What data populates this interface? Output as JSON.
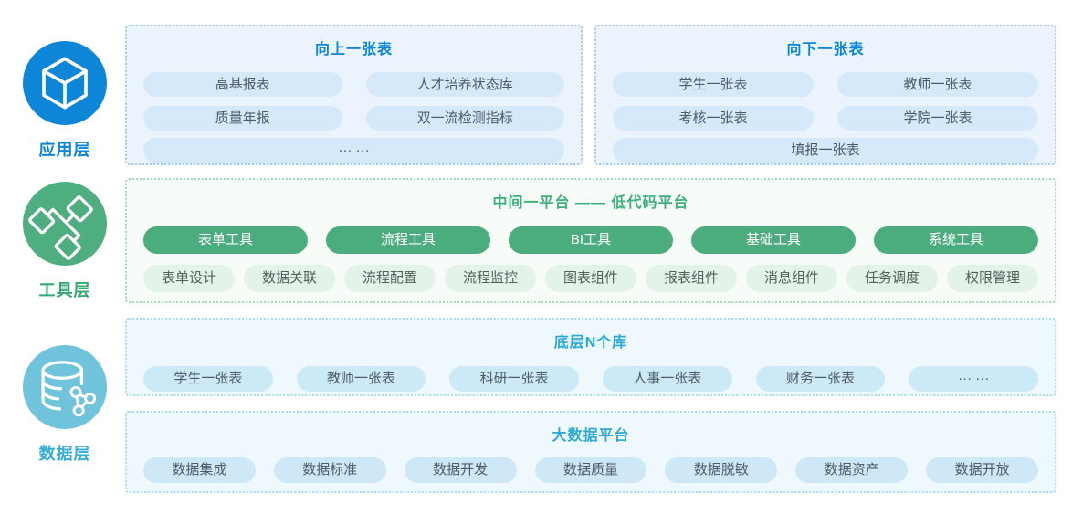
{
  "layers": [
    {
      "label": "应用层",
      "icon": "cube-icon",
      "color": "#0e86d7"
    },
    {
      "label": "工具层",
      "icon": "sitemap-icon",
      "color": "#4fae80"
    },
    {
      "label": "数据层",
      "icon": "database-share-icon",
      "color": "#6fc3da"
    }
  ],
  "app_layer": {
    "up_box": {
      "title": "向上一张表",
      "pills": [
        "高基报表",
        "人才培养状态库",
        "质量年报",
        "双一流检测指标"
      ],
      "more_pill": "··· ···"
    },
    "down_box": {
      "title": "向下一张表",
      "pills": [
        "学生一张表",
        "教师一张表",
        "考核一张表",
        "学院一张表"
      ],
      "full_pill": "填报一张表"
    }
  },
  "tool_layer": {
    "platform_box": {
      "title": "中间一平台 —— 低代码平台",
      "tools": [
        "表单工具",
        "流程工具",
        "BI工具",
        "基础工具",
        "系统工具"
      ],
      "features": [
        "表单设计",
        "数据关联",
        "流程配置",
        "流程监控",
        "图表组件",
        "报表组件",
        "消息组件",
        "任务调度",
        "权限管理"
      ]
    }
  },
  "data_layer": {
    "bases_box": {
      "title": "底层N个库",
      "pills": [
        "学生一张表",
        "教师一张表",
        "科研一张表",
        "人事一张表",
        "财务一张表",
        "··· ···"
      ]
    },
    "bigdata_box": {
      "title": "大数据平台",
      "pills": [
        "数据集成",
        "数据标准",
        "数据开发",
        "数据质量",
        "数据脱敏",
        "数据资产",
        "数据开放"
      ]
    }
  },
  "colors": {
    "blue_accent": "#0e86d7",
    "green_accent": "#3cb177",
    "cyan_accent": "#29a9d4",
    "blue_pill_bg": "#d5e9fb",
    "green_pill_bg": "#4bad7e",
    "green_pill_light_bg": "#e3f3ea",
    "cyan_pill_bg": "#cbe9f6",
    "pill_text": "#4c5b67"
  }
}
